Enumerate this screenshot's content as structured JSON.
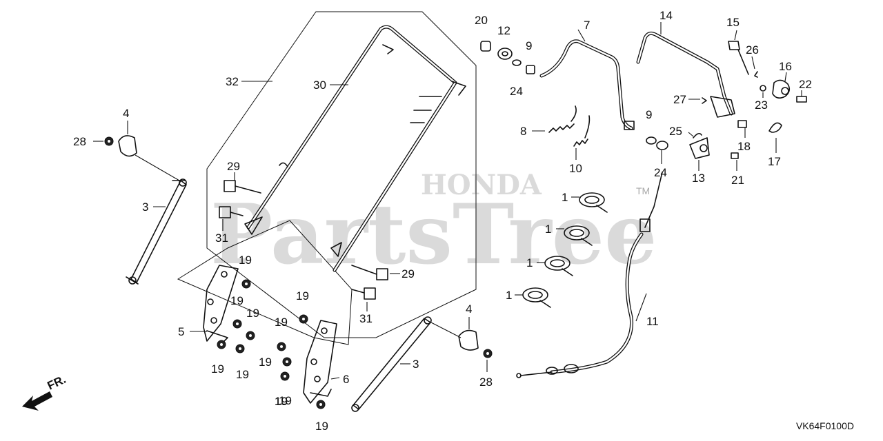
{
  "watermark": {
    "word": "PartsTree",
    "tm": "TM",
    "brand": "HONDA"
  },
  "front_indicator": "FR.",
  "diagram_code": "VK64F0100D",
  "callouts": [
    "1",
    "1",
    "1",
    "1",
    "3",
    "3",
    "4",
    "4",
    "5",
    "6",
    "7",
    "8",
    "9",
    "9",
    "10",
    "11",
    "12",
    "13",
    "14",
    "15",
    "16",
    "17",
    "18",
    "19",
    "19",
    "19",
    "19",
    "19",
    "19",
    "19",
    "19",
    "19",
    "19",
    "19",
    "19",
    "20",
    "21",
    "22",
    "23",
    "24",
    "24",
    "25",
    "26",
    "27",
    "28",
    "28",
    "29",
    "29",
    "30",
    "31",
    "31",
    "32"
  ]
}
